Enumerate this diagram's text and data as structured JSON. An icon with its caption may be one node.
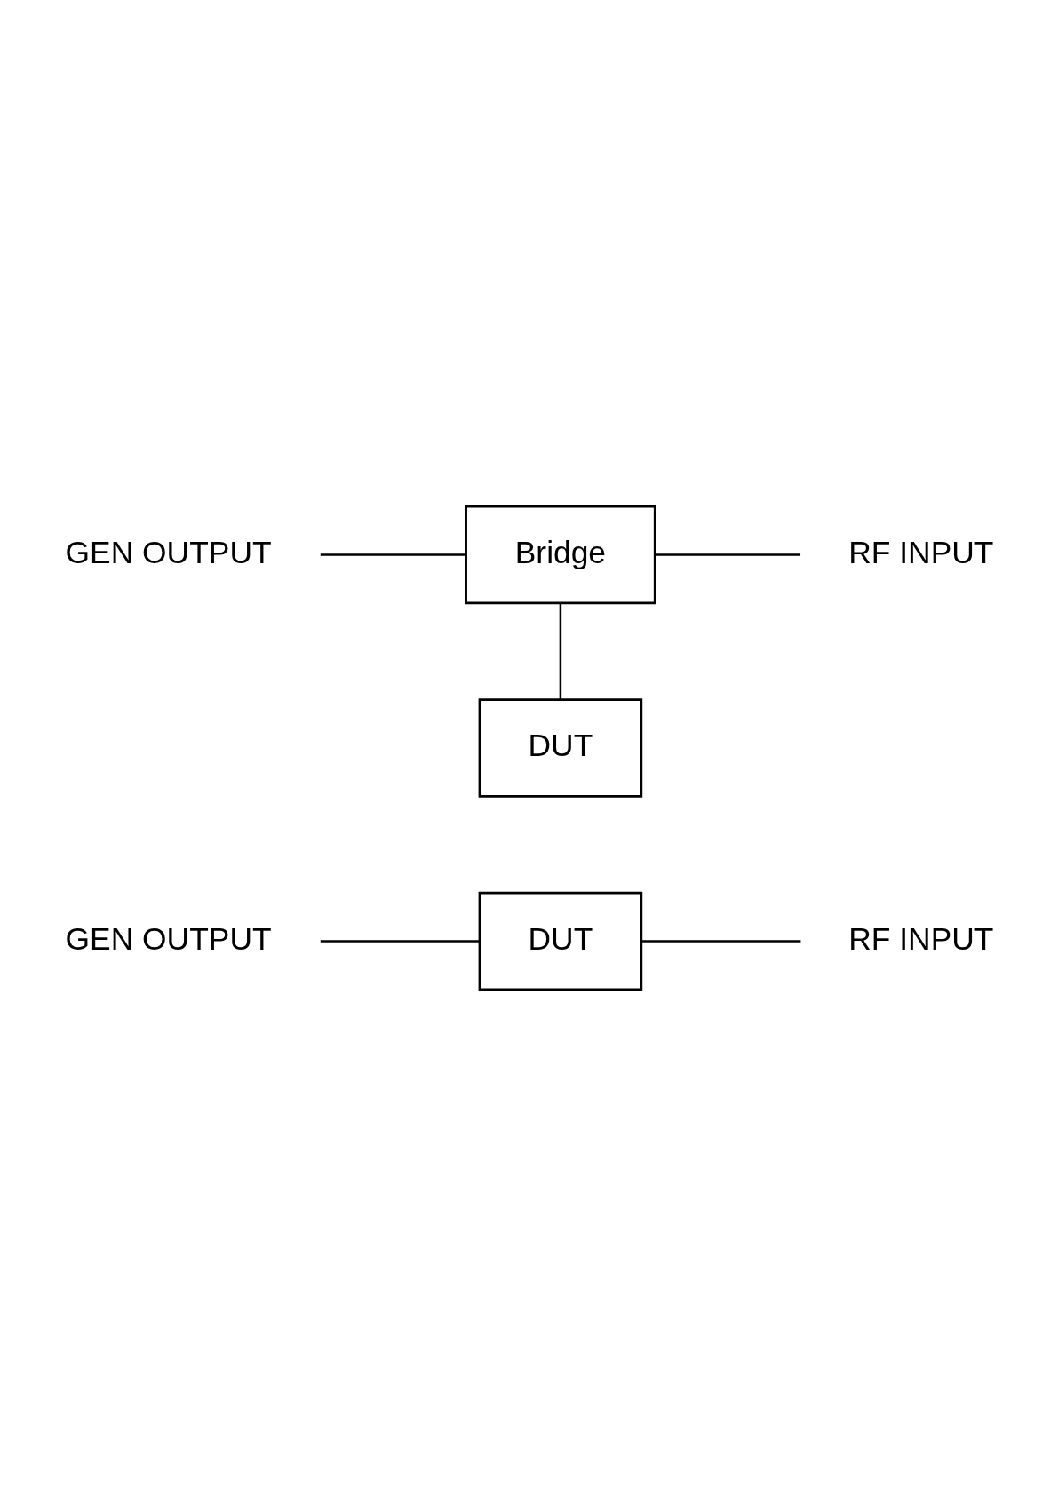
{
  "diagram": {
    "nodes": [
      {
        "text": [
          "GEN OUTPUT"
        ]
      },
      {
        "text": [
          "DUT"
        ]
      },
      {
        "text": [
          "RF INPUT"
        ]
      },
      {
        "text": [
          "GEN OUTPUT"
        ]
      },
      {
        "text": [
          "Bridge"
        ]
      },
      {
        "text": [
          "RF INPUT"
        ]
      },
      {
        "text": [
          "DUT"
        ]
      }
    ],
    "edges": [
      {
        "from": 0,
        "to": 1,
        "arrow": "none"
      },
      {
        "from": 1,
        "to": 2,
        "arrow": "none"
      },
      {
        "from": 3,
        "to": 4,
        "arrow": "none"
      },
      {
        "from": 4,
        "to": 5,
        "arrow": "none"
      },
      {
        "from": 4,
        "to": 6,
        "arrow": "none"
      }
    ]
  }
}
